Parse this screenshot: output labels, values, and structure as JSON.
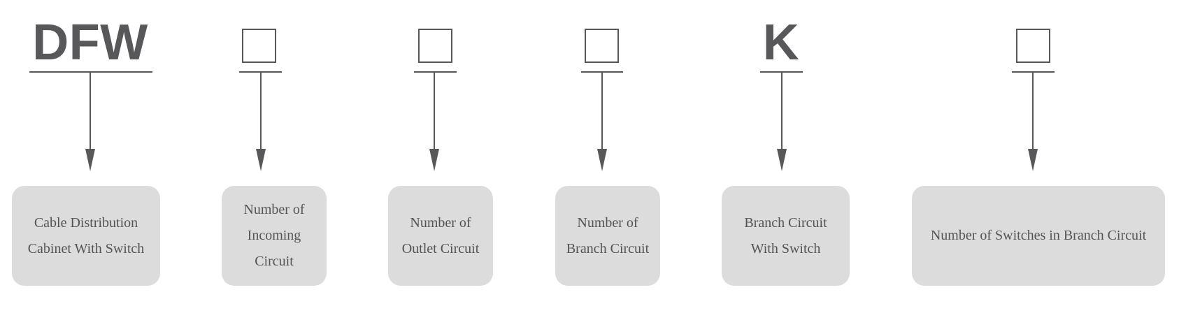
{
  "diagram": {
    "title": "",
    "segments": [
      {
        "code": "DFW",
        "is_placeholder": false,
        "description": "Cable Distribution\nCabinet With Switch"
      },
      {
        "code": "",
        "is_placeholder": true,
        "description": "Number of\nIncoming\nCircuit"
      },
      {
        "code": "",
        "is_placeholder": true,
        "description": "Number of\nOutlet Circuit"
      },
      {
        "code": "",
        "is_placeholder": true,
        "description": "Number of\nBranch Circuit"
      },
      {
        "code": "K",
        "is_placeholder": false,
        "description": "Branch Circuit\nWith Switch"
      },
      {
        "code": "",
        "is_placeholder": true,
        "description": "Number of Switches in Branch Circuit"
      }
    ],
    "colors": {
      "ink": "#58585a",
      "box_fill": "#dcdcdd",
      "box_text": "#545454"
    }
  }
}
